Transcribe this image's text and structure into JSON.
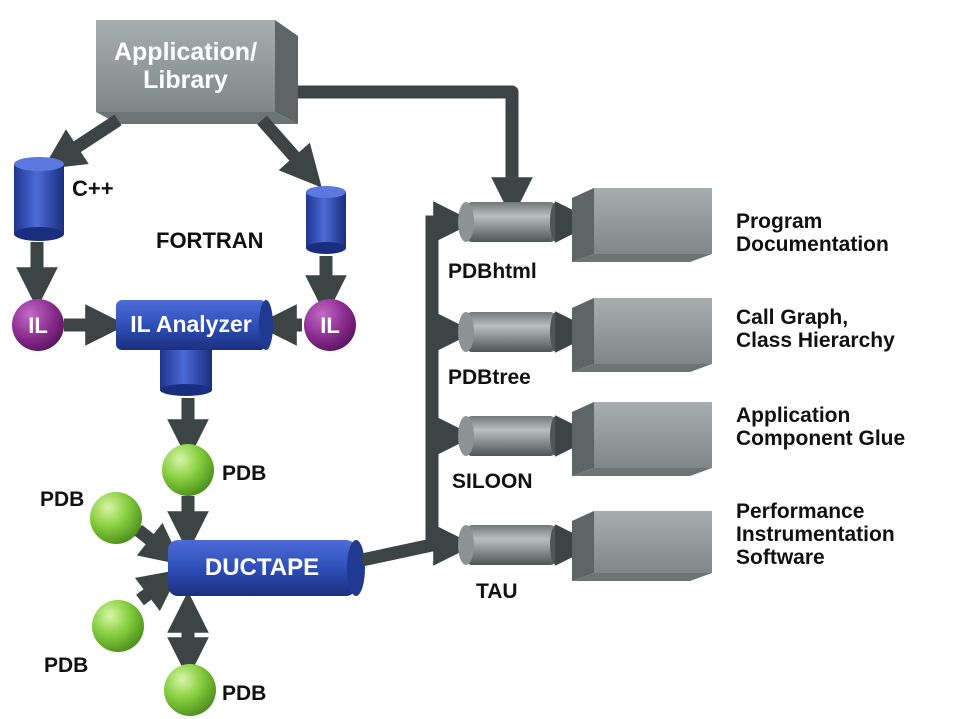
{
  "source": {
    "line1": "Application/",
    "line2": "Library"
  },
  "frontends": {
    "cpp": "C++",
    "fortran": "FORTRAN"
  },
  "il": {
    "left": "IL",
    "right": "IL"
  },
  "analyzer": "IL Analyzer",
  "ductape": "DUCTAPE",
  "pdb_labels": [
    "PDB",
    "PDB",
    "PDB",
    "PDB"
  ],
  "tools": [
    {
      "name": "PDBhtml",
      "output": [
        "Program",
        "Documentation"
      ]
    },
    {
      "name": "PDBtree",
      "output": [
        "Call Graph,",
        "Class Hierarchy"
      ]
    },
    {
      "name": "SILOON",
      "output": [
        "Application",
        "Component Glue"
      ]
    },
    {
      "name": "TAU",
      "output": [
        "Performance",
        "Instrumentation",
        "Software"
      ]
    }
  ],
  "colors": {
    "gray_box": "#8e9696",
    "gray_dark": "#5d6565",
    "arrow": "#3d4444",
    "blue": "#2f4fb8",
    "blue_dark": "#1d3380",
    "purple": "#8a2b8e",
    "green": "#7fcc3a"
  }
}
